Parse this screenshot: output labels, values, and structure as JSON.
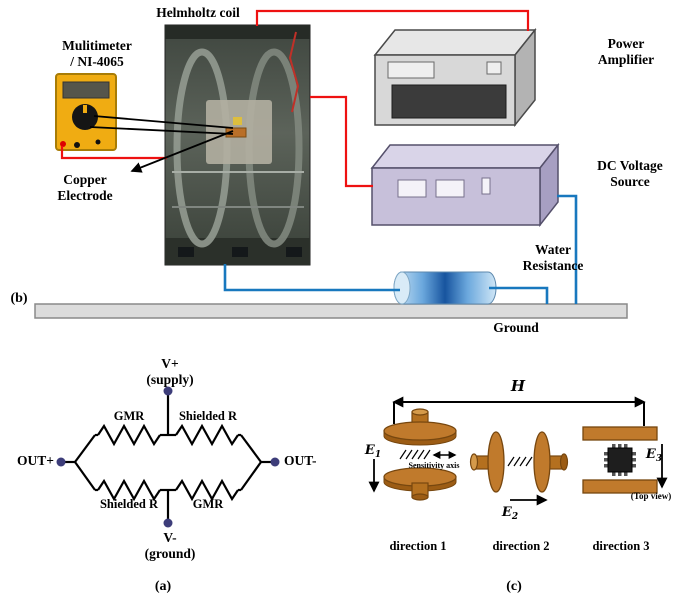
{
  "setup": {
    "helmholtz_coil": "Helmholtz coil",
    "multimeter_line1": "Mulitimeter",
    "multimeter_line2": "/ NI-4065",
    "copper_electrode_line1": "Copper",
    "copper_electrode_line2": "Electrode",
    "power_amplifier_line1": "Power",
    "power_amplifier_line2": "Amplifier",
    "dc_voltage_line1": "DC Voltage",
    "dc_voltage_line2": "Source",
    "water_resistance_line1": "Water",
    "water_resistance_line2": "Resistance",
    "ground": "Ground",
    "panel_label": "(b)"
  },
  "bridge": {
    "v_plus": "V+",
    "v_plus_note": "(supply)",
    "v_minus": "V-",
    "v_minus_note": "(ground)",
    "out_plus": "OUT+",
    "out_minus": "OUT-",
    "top_left_resistor": "GMR",
    "top_right_resistor": "Shielded R",
    "bottom_left_resistor": "Shielded R",
    "bottom_right_resistor": "GMR",
    "panel_label": "(a)"
  },
  "directions": {
    "h_label": "H",
    "e1_base": "E",
    "e1_sub": "1",
    "e2_base": "E",
    "e2_sub": "2",
    "e3_base": "E",
    "e3_sub": "3",
    "sensitivity_axis": "Sensitivity axis",
    "top_view": "(Top view)",
    "items": [
      "direction 1",
      "direction 2",
      "direction 3"
    ],
    "panel_label": "(c)"
  },
  "colors": {
    "copper": "#c07a2c",
    "wire_red": "#ee1111",
    "wire_blue": "#1878be",
    "multimeter_yellow": "#f0ac12",
    "power_amplifier_gray": "#d8d8d8",
    "dc_source_lavender": "#c7c0da",
    "terminal_dot": "#3d3d7a",
    "water_dark_blue": "#17549f",
    "ground_gray": "#dcdcdc"
  }
}
